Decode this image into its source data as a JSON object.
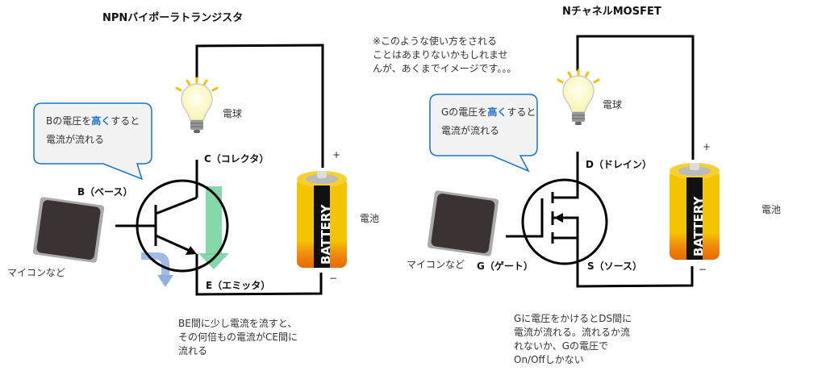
{
  "npn": {
    "title": "NPNバイポーラトランジスタ",
    "bulb_label": "電球",
    "battery_label": "電池",
    "battery_text": "BATTERY",
    "plus": "+",
    "minus": "−",
    "collector_label": "C（コレクタ）",
    "base_label": "B（ベース）",
    "emitter_label": "E（エミッタ）",
    "mcu_label": "マイコンなど",
    "bubble": {
      "pre": "Bの電圧を",
      "highlight": "高く",
      "post": "すると",
      "line2": "電流が流れる"
    },
    "caption": [
      "BE間に少し電流を流すと、",
      "その何倍もの電流がCE間に",
      "流れる"
    ]
  },
  "mosfet": {
    "title": "NチャネルMOSFET",
    "note": [
      "※このような使い方をされる",
      "ことはあまりないかもしれませ",
      "んが、あくまでイメージです。。。"
    ],
    "bulb_label": "電球",
    "battery_label": "電池",
    "battery_text": "BATTERY",
    "plus": "+",
    "minus": "−",
    "drain_label": "D（ドレイン）",
    "gate_label": "G（ゲート）",
    "source_label": "S（ソース）",
    "mcu_label": "マイコンなど",
    "bubble": {
      "pre": "Gの電圧を",
      "highlight": "高く",
      "post": "すると",
      "line2": "電流が流れる"
    },
    "caption": [
      "Gに電圧をかけるとDS間に",
      "電流が流れる。流れるか流",
      "れないか、Gの電圧で",
      "On/Offしかない"
    ]
  },
  "colors": {
    "bubble_border": "#1a73c8",
    "bubble_fill": "#f2f2f2",
    "highlight": "#1a73c8",
    "current_arrow_ce": "#6fd19a",
    "current_arrow_be": "#8fb0e0",
    "battery_yellow": "#f5c400",
    "battery_orange": "#f07a10"
  }
}
